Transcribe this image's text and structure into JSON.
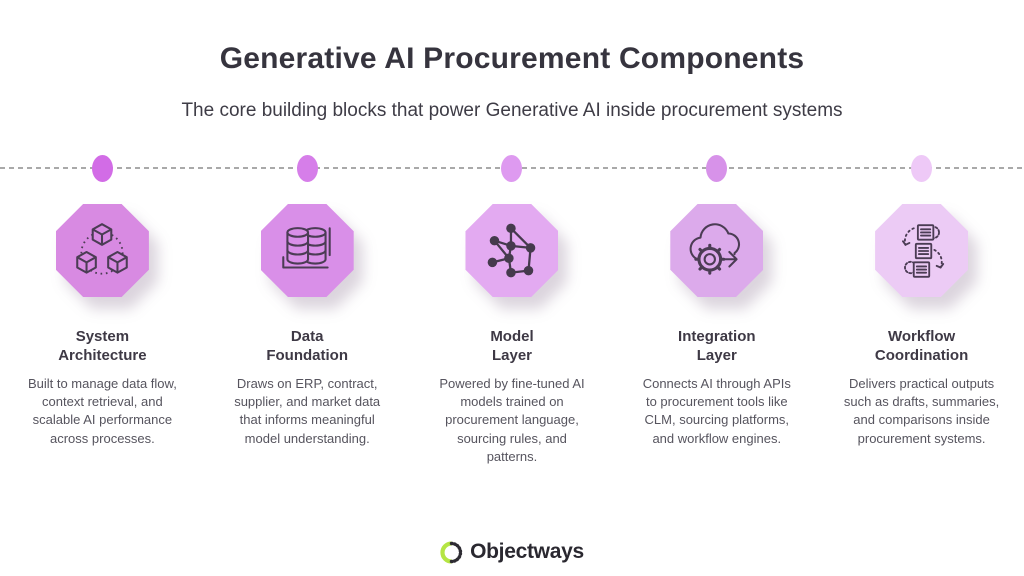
{
  "header": {
    "title": "Generative AI Procurement Components",
    "subtitle": "The core building blocks that power Generative AI inside procurement systems"
  },
  "timeline": {
    "dot_colors": [
      "#d26ce6",
      "#d67ee9",
      "#de9af0",
      "#d792e9",
      "#eec9f7"
    ]
  },
  "columns": [
    {
      "icon": "system-architecture-icon",
      "octagon_color": "#d88ae2",
      "title_line1": "System",
      "title_line2": "Architecture",
      "description": "Built to manage data flow, context retrieval, and scalable AI performance across processes."
    },
    {
      "icon": "data-foundation-icon",
      "octagon_color": "#d98fe8",
      "title_line1": "Data",
      "title_line2": "Foundation",
      "description": "Draws on ERP, contract, supplier, and market data that informs meaningful model understanding."
    },
    {
      "icon": "model-layer-icon",
      "octagon_color": "#e3aaf1",
      "title_line1": "Model",
      "title_line2": "Layer",
      "description": "Powered by fine-tuned AI models trained on procurement language, sourcing rules, and patterns."
    },
    {
      "icon": "integration-layer-icon",
      "octagon_color": "#dcaaeb",
      "title_line1": "Integration",
      "title_line2": "Layer",
      "description": "Connects AI through APIs to procurement tools like CLM, sourcing platforms, and workflow engines."
    },
    {
      "icon": "workflow-coordination-icon",
      "octagon_color": "#eccbf5",
      "title_line1": "Workflow",
      "title_line2": "Coordination",
      "description": "Delivers practical outputs such as drafts, summaries, and comparisons inside procurement systems."
    }
  ],
  "footer": {
    "brand": "Objectways",
    "logo_green": "#b5e544",
    "logo_dark": "#2e2c33"
  }
}
